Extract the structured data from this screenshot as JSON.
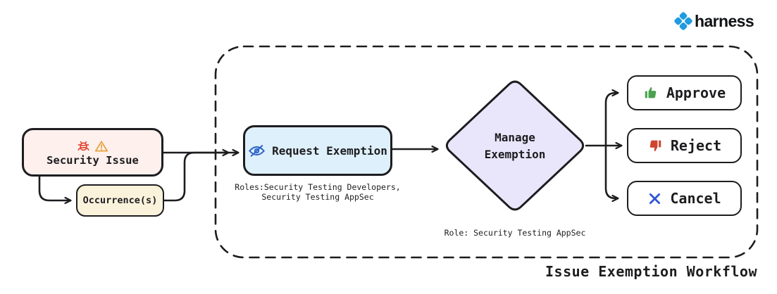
{
  "brand": {
    "name": "harness",
    "logo_icon": "harness-clover-icon",
    "logo_color": "#1f9ce0"
  },
  "diagram": {
    "title": "Issue Exemption Workflow",
    "nodes": {
      "security_issue": {
        "label": "Security Issue",
        "icons": [
          "bug-icon",
          "warning-icon"
        ],
        "fill": "#fdf0ed"
      },
      "occurrences": {
        "label": "Occurrence(s)",
        "fill": "#fbf2dc"
      },
      "request_exemption": {
        "label": "Request Exemption",
        "icon": "eye-off-icon",
        "fill": "#def0fb",
        "note": "Roles:Security Testing Developers,\nSecurity Testing AppSec"
      },
      "manage_exemption": {
        "label": "Manage\nExemption",
        "shape": "diamond",
        "fill": "#e9e6fb",
        "note": "Role: Security Testing AppSec"
      },
      "approve": {
        "label": "Approve",
        "icon": "thumbs-up-icon",
        "icon_color": "#4aa14e"
      },
      "reject": {
        "label": "Reject",
        "icon": "thumbs-down-icon",
        "icon_color": "#cf4431"
      },
      "cancel": {
        "label": "Cancel",
        "icon": "x-icon",
        "icon_color": "#2d55d5"
      }
    },
    "colors": {
      "stroke": "#1d1d20",
      "bug_icon": "#e0432f",
      "warning_icon": "#e6a23c",
      "eye_off_icon": "#2b63c9"
    }
  }
}
